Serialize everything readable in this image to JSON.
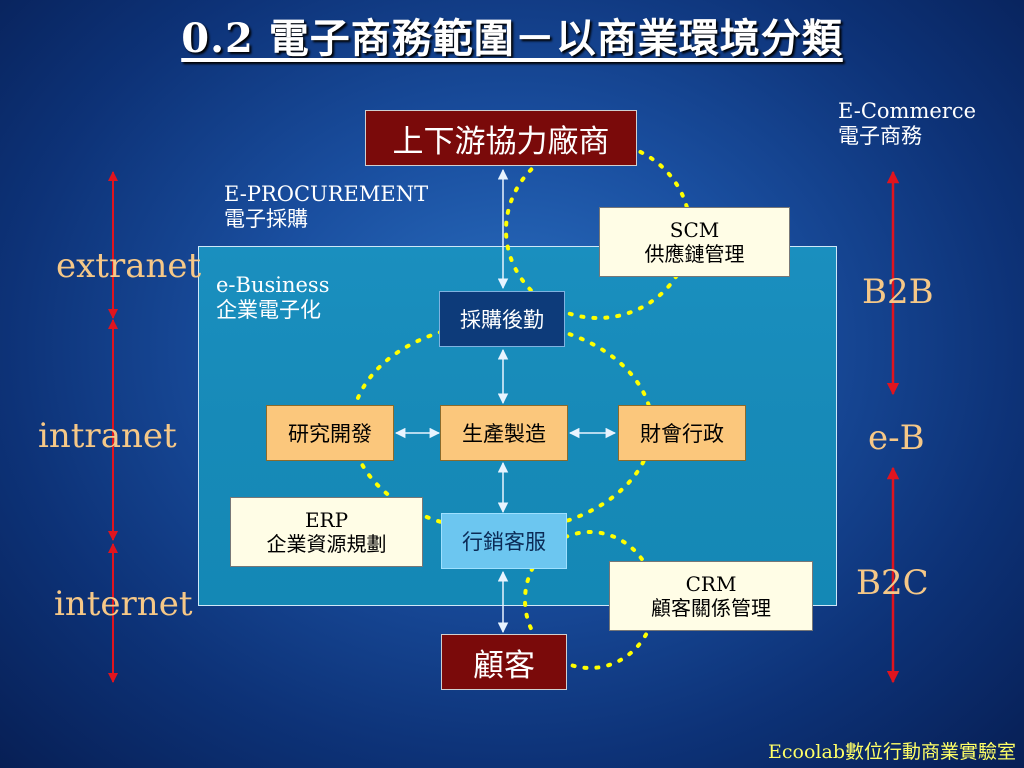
{
  "title": "0.2 電子商務範圍－以商業環境分類",
  "panel": {
    "label_en": "e-Business",
    "label_zh": "企業電子化"
  },
  "top_right": {
    "en": "E-Commerce",
    "zh": "電子商務"
  },
  "procurement": {
    "en": "E-PROCUREMENT",
    "zh": "電子採購"
  },
  "nodes": {
    "supplier": "上下游協力廠商",
    "purchasing": "採購後勤",
    "rnd": "研究開發",
    "production": "生產製造",
    "finance": "財會行政",
    "marketing": "行銷客服",
    "customer": "顧客"
  },
  "callouts": {
    "scm": {
      "en": "SCM",
      "zh": "供應鏈管理"
    },
    "erp": {
      "en": "ERP",
      "zh": "企業資源規劃"
    },
    "crm": {
      "en": "CRM",
      "zh": "顧客關係管理"
    }
  },
  "left_labels": [
    "extranet",
    "intranet",
    "internet"
  ],
  "right_labels": [
    "B2B",
    "e-B",
    "B2C"
  ],
  "footer": "Ecoolab數位行動商業實驗室",
  "colors": {
    "arrow_red": "#e0141e",
    "dotted_ring": "#ffff00",
    "connector": "#e8f4ff"
  }
}
